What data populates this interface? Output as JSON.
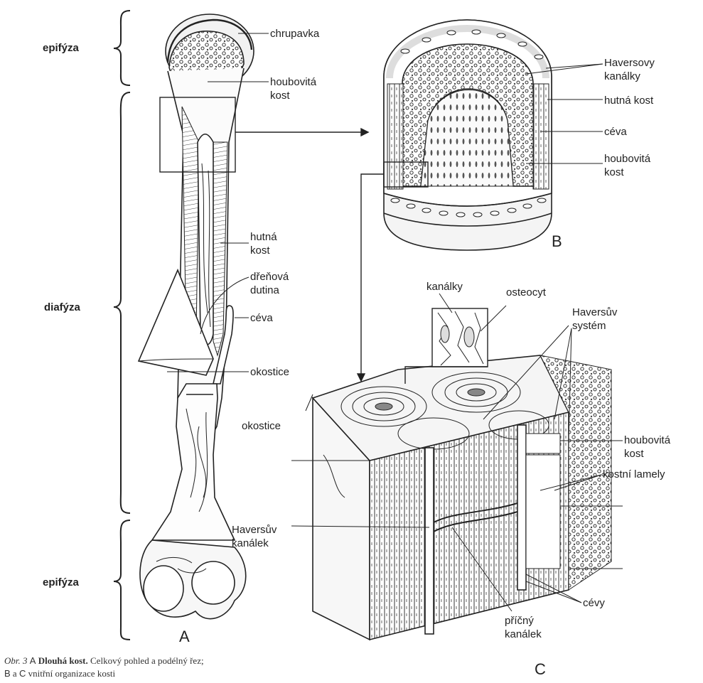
{
  "labels": {
    "epifyza_top": "epifýza",
    "diafyza": "diafýza",
    "epifyza_bottom": "epifýza",
    "chrupavka": "chrupavka",
    "houbovita_kost_a": [
      "houbovitá",
      "kost"
    ],
    "hutna_kost_a": [
      "hutná",
      "kost"
    ],
    "drenova_dutina": [
      "dřeňová",
      "dutina"
    ],
    "ceva_a": "céva",
    "okostice_a": "okostice",
    "haversovy_kanalky": [
      "Haversovy",
      "kanálky"
    ],
    "hutna_kost_b": "hutná kost",
    "ceva_b": "céva",
    "houbovita_kost_b": [
      "houbovitá",
      "kost"
    ],
    "kanalky": "kanálky",
    "osteocyt": "osteocyt",
    "haversuv_system": [
      "Haversův",
      "systém"
    ],
    "okostice_c": "okostice",
    "houbovita_kost_c": [
      "houbovitá",
      "kost"
    ],
    "kostni_lamely": "kostní lamely",
    "haversuv_kanalek": [
      "Haversův",
      "kanálek"
    ],
    "cevy": "cévy",
    "pricny_kanalek": [
      "příčný",
      "kanálek"
    ],
    "panel_a": "A",
    "panel_b": "B",
    "panel_c": "C"
  },
  "caption": {
    "fig_no": "Obr. 3",
    "panel": "A",
    "title": "Dlouhá kost.",
    "line1_rest": "Celkový pohled a podélný řez;",
    "line2_b": "B",
    "line2_mid": "a",
    "line2_c": "C",
    "line2_rest": "vnitřní organizace kosti"
  },
  "colors": {
    "ink": "#222222",
    "paper": "#ffffff",
    "shade": "#e6e6e6"
  }
}
